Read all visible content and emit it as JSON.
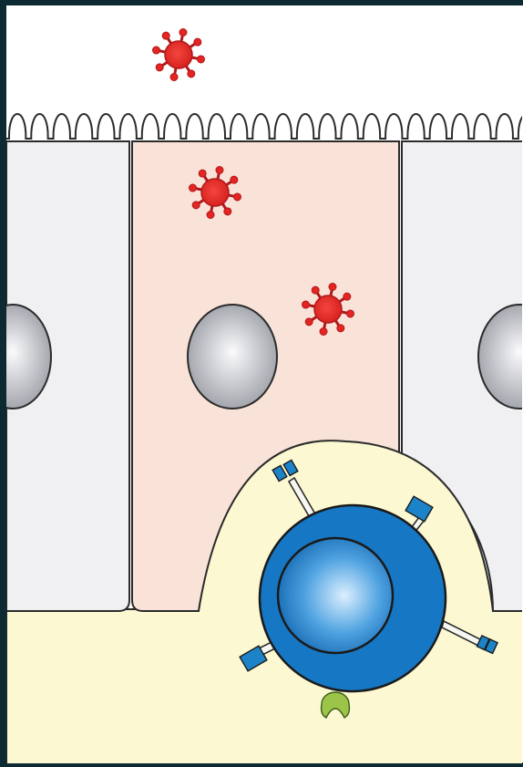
{
  "figure": {
    "description_text": "",
    "colors": {
      "frame": "#0d2a33",
      "outline": "#2b2b2b",
      "lumen": "#ffffff",
      "neighbor_cell": "#f0f0f3",
      "infected_cell": "#f9e3d9",
      "lamina": "#fcf8d2",
      "nucleus_light": "#fbfbfd",
      "nucleus_dark": "#9c9fa6",
      "virus": "#e42522",
      "virus_dark": "#b0181a",
      "immune_cell": "#1677c4",
      "immune_nucleus_light": "#dcefff",
      "receptor_blue": "#1c83c8",
      "receptor_stalk": "#f7f7f2",
      "ligand_green": "#9bc448"
    },
    "elements": [
      "lumen",
      "brush-border-microvilli",
      "neighbor-epithelial-cell-left",
      "infected-epithelial-cell",
      "neighbor-epithelial-cell-right",
      "epithelial-nucleus-left",
      "epithelial-nucleus-center",
      "epithelial-nucleus-right",
      "virus-particle-lumen",
      "virus-particle-intracellular-upper",
      "virus-particle-intracellular-lower",
      "lamina-propria",
      "immune-cell",
      "immune-cell-nucleus",
      "receptor-top-left",
      "receptor-top-right",
      "receptor-right",
      "receptor-left",
      "soluble-ligand"
    ]
  }
}
